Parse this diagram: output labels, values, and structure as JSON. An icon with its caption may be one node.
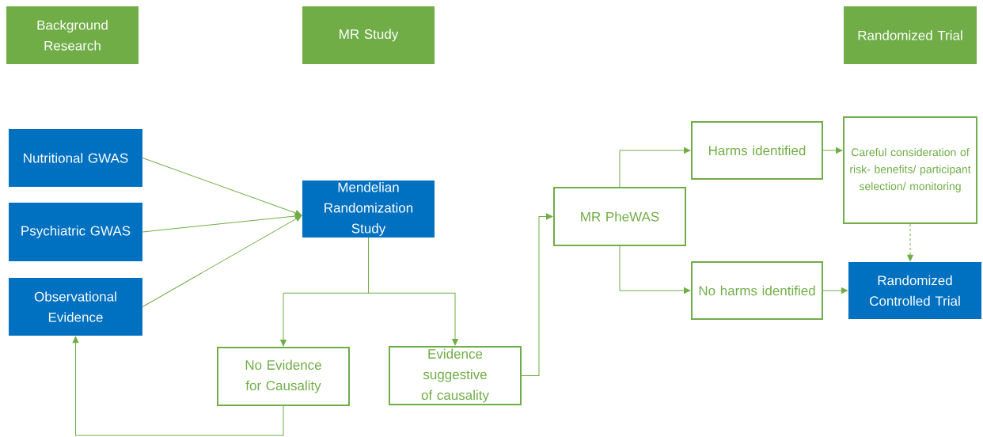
{
  "diagram": {
    "nodes": [
      {
        "text": [
          "Background Research"
        ]
      },
      {
        "text": [
          "MR Study"
        ]
      },
      {
        "text": [
          "Randomized Trial"
        ]
      },
      {
        "text": [
          "Nutritional GWAS"
        ]
      },
      {
        "text": [
          "Psychiatric GWAS"
        ]
      },
      {
        "text": [
          "Observational Evidence"
        ]
      },
      {
        "text": [
          "Mendelian Randomization Study"
        ]
      },
      {
        "text": [
          "No Evidence for Causality"
        ]
      },
      {
        "text": [
          "Evidence suggestive of causality"
        ]
      },
      {
        "text": [
          "MR PheWAS"
        ]
      },
      {
        "text": [
          "Harms identified"
        ]
      },
      {
        "text": [
          "Careful consideration of risk- benefits/ participant selection/ monitoring"
        ]
      },
      {
        "text": [
          "No harms identified"
        ]
      },
      {
        "text": [
          "Randomized Controlled Trial"
        ]
      }
    ],
    "edges": [
      {
        "from": 3,
        "to": 6,
        "arrow": "to"
      },
      {
        "from": 4,
        "to": 6,
        "arrow": "to"
      },
      {
        "from": 5,
        "to": 6,
        "arrow": "to"
      },
      {
        "from": 6,
        "to": 7,
        "arrow": "to"
      },
      {
        "from": 6,
        "to": 8,
        "arrow": "to"
      },
      {
        "from": 7,
        "to": 5,
        "arrow": "to"
      },
      {
        "from": 8,
        "to": 9,
        "arrow": "to"
      },
      {
        "from": 9,
        "to": 10,
        "arrow": "to"
      },
      {
        "from": 9,
        "to": 12,
        "arrow": "to"
      },
      {
        "from": 10,
        "to": 11,
        "arrow": "to"
      },
      {
        "from": 11,
        "to": 13,
        "arrow": "to",
        "style": "dashed"
      },
      {
        "from": 12,
        "to": 13,
        "arrow": "to"
      }
    ]
  }
}
